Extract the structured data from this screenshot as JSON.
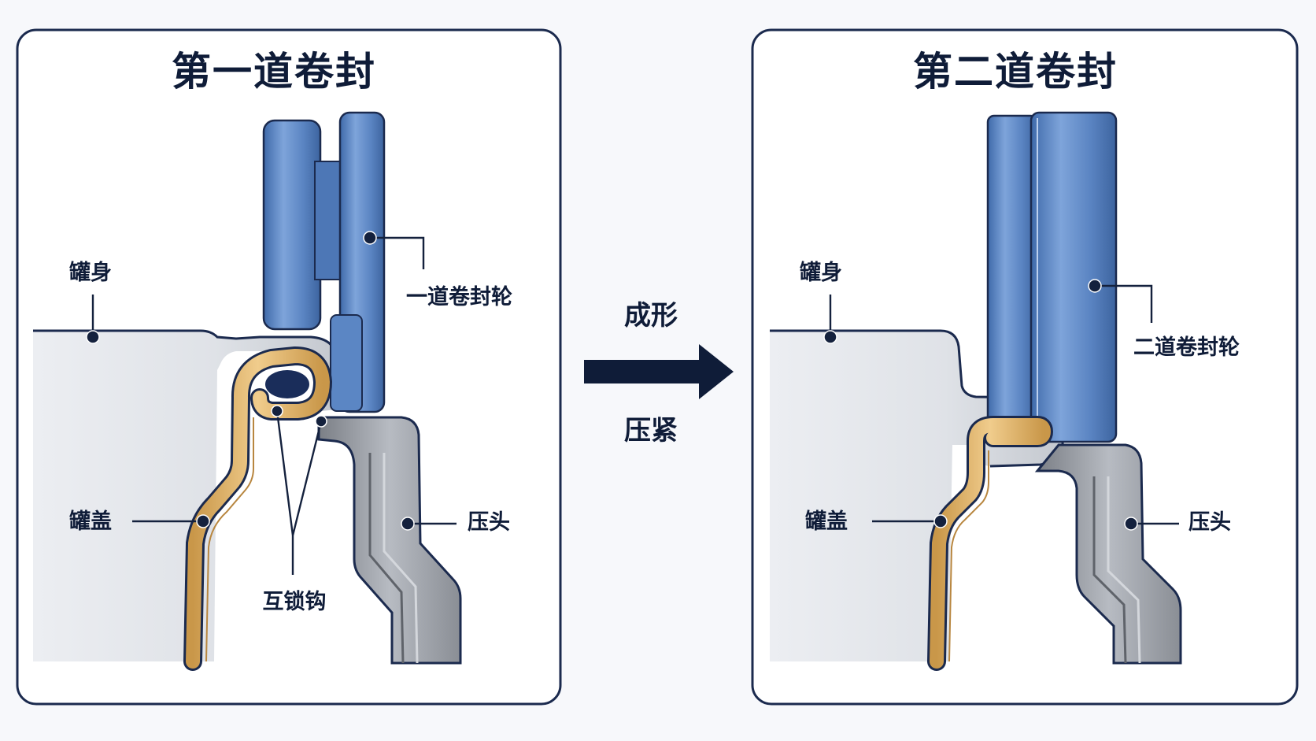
{
  "colors": {
    "frame": "#1b2a4e",
    "text": "#0f1c38",
    "roller_blue": "#5b86c4",
    "lid_gold": "#e2b772",
    "can_silver": "#c9ced6",
    "chuck_gray": "#8f939a",
    "arrow": "#0f1c38"
  },
  "left_panel": {
    "title": "第一道卷封",
    "labels": {
      "can_body": "罐身",
      "roller": "一道卷封轮",
      "lid": "罐盖",
      "chuck": "压头",
      "interlock": "互锁钩"
    }
  },
  "middle": {
    "top_text": "成形",
    "bottom_text": "压紧",
    "arrow_icon": "right-arrow-icon"
  },
  "right_panel": {
    "title": "第二道卷封",
    "labels": {
      "can_body": "罐身",
      "roller": "二道卷封轮",
      "lid": "罐盖",
      "chuck": "压头"
    }
  }
}
